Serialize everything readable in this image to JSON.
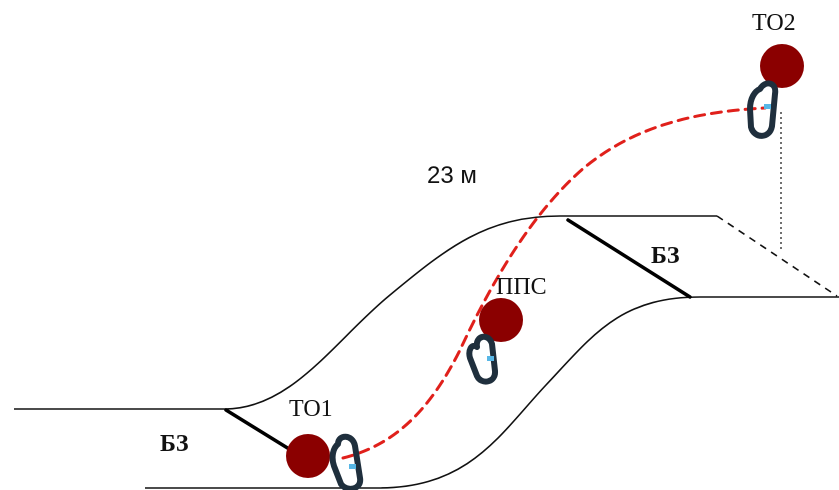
{
  "labels": {
    "to1": "ТО1",
    "to2": "ТО2",
    "pps": "ППС",
    "bz_left": "БЗ",
    "bz_right": "БЗ",
    "distance": "23 м"
  },
  "icons": {
    "anchor_point": "anchor-ball-icon",
    "carabiner": "carabiner-icon"
  },
  "colors": {
    "ball": "#8b0000",
    "rope": "#e0201b",
    "terrain": "#111111",
    "carabiner": "#1f2f3d",
    "gate": "#58b7e6"
  }
}
